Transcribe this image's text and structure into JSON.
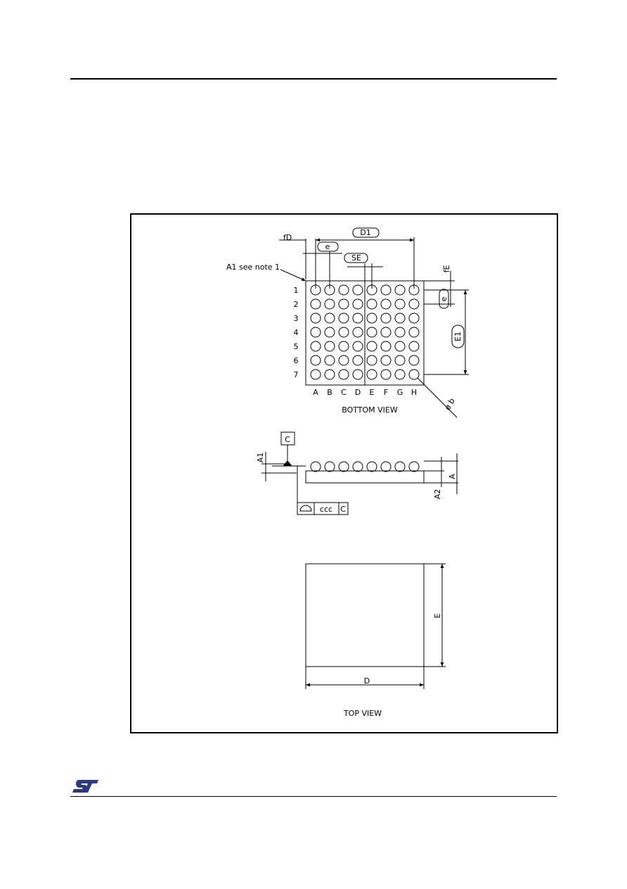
{
  "bottom_view": {
    "title": "BOTTOM VIEW",
    "a1_note": "A1 see note 1",
    "row_labels": [
      "1",
      "2",
      "3",
      "4",
      "5",
      "6",
      "7"
    ],
    "column_labels": [
      "A",
      "B",
      "C",
      "D",
      "E",
      "F",
      "G",
      "H"
    ],
    "dims": {
      "fd": "fD",
      "d1": "D1",
      "e_h": "e",
      "se": "SE",
      "fe": "fE",
      "e_v": "e",
      "e1": "E1",
      "ball": "ø b"
    }
  },
  "side_view": {
    "datum": "C",
    "dims": {
      "a1": "A1",
      "a": "A",
      "a2": "A2"
    },
    "tolerance": {
      "symbol": "coplanarity-icon",
      "value": "ccc",
      "datum": "C"
    }
  },
  "top_view": {
    "title": "TOP VIEW",
    "dims": {
      "d": "D",
      "e": "E"
    }
  }
}
